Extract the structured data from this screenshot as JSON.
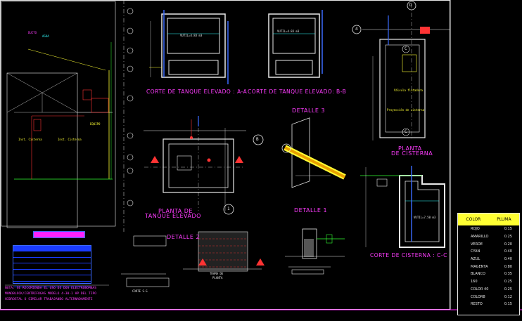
{
  "titles": {
    "corte_a": "CORTE DE TANQUE ELEVADO : A-A",
    "corte_b": "CORTE DE TANQUE ELEVADO: B-B",
    "detalle3": "DETALLE 3",
    "detalle1": "DETALLE 1",
    "detalle2": "DETALLE 2",
    "planta_tanque_1": "PLANTA DE",
    "planta_tanque_2": "TANQUE ELEVADO",
    "planta_cisterna_1": "PLANTA",
    "planta_cisterna_2": "DE CISTERNA",
    "corte_cisterna": "CORTE DE CISTERNA : C-C"
  },
  "bubbles": {
    "d": "D",
    "four": "4",
    "b": "B",
    "one": "1",
    "c_top": "C",
    "c_bot": "C"
  },
  "notes": {
    "line1": "NOTA: SE RECOMIENDA EL USO DE DOS ELECTROBOMBAS",
    "line2": "MONOBLOCK/CENTRIFUGAS MODELO 4-30-1 HP DEL TIPO",
    "line3": "HIDROSTAL O SIMILAR TRABAJANDO ALTERNADAMENTE"
  },
  "pen_table": {
    "headers": [
      "COLOR",
      "PLUMA"
    ],
    "rows": [
      {
        "color": "ROJO",
        "pluma": "0.15"
      },
      {
        "color": "AMARILLO",
        "pluma": "0.25"
      },
      {
        "color": "VERDE",
        "pluma": "0.20"
      },
      {
        "color": "CYAN",
        "pluma": "0.40"
      },
      {
        "color": "AZUL",
        "pluma": "0.40"
      },
      {
        "color": "MAGENTA",
        "pluma": "0.80"
      },
      {
        "color": "BLANCO",
        "pluma": "0.35"
      },
      {
        "color": "160",
        "pluma": "0.25"
      },
      {
        "color": "COLOR 40",
        "pluma": "0.25"
      },
      {
        "color": "COLOR8",
        "pluma": "0.12"
      },
      {
        "color": "RESTO",
        "pluma": "0.15"
      }
    ]
  },
  "small_labels": {
    "agua": "AGUA",
    "corte_ss": "CORTE S-S",
    "trama": "TRAMA DE",
    "planta": "PLANTA"
  }
}
